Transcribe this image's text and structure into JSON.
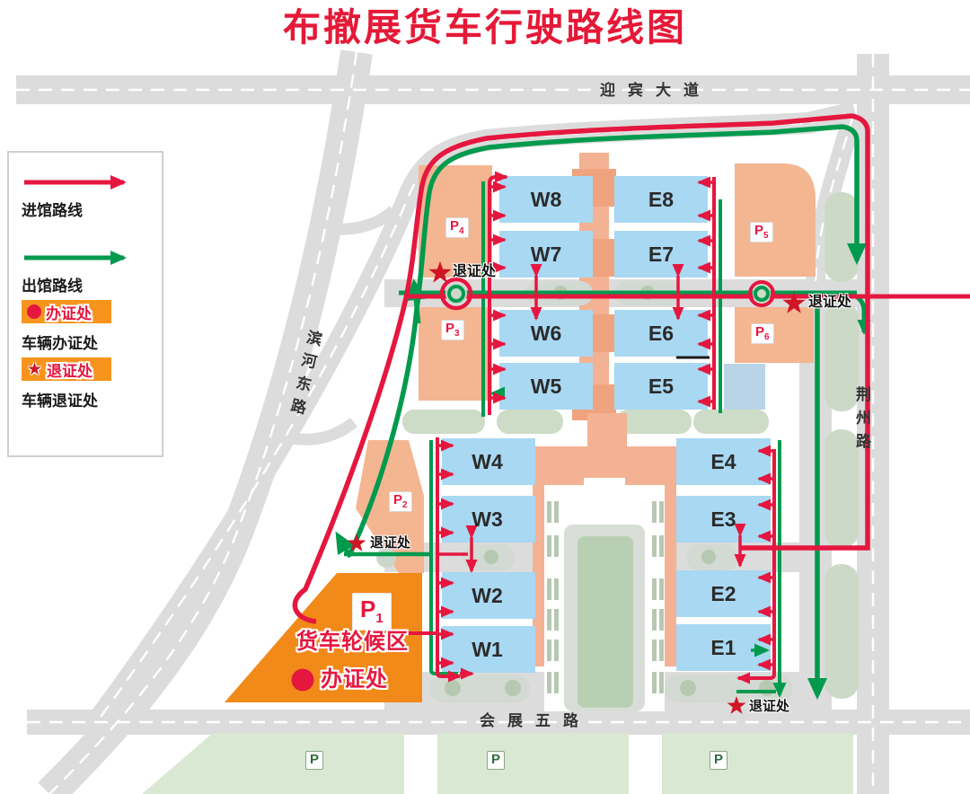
{
  "title": "布撤展货车行驶路线图",
  "legend": {
    "enter": "进馆路线",
    "exit": "出馆路线",
    "permit_badge": "办证处",
    "permit_caption": "车辆办证处",
    "return_badge": "退证处",
    "return_caption": "车辆退证处"
  },
  "roads": {
    "north": "迎宾大道",
    "west": "滨河东路",
    "east": "荆州路",
    "south": "会展五路"
  },
  "halls": {
    "west_upper": [
      "W8",
      "W7",
      "W6",
      "W5"
    ],
    "east_upper": [
      "E8",
      "E7",
      "E6",
      "E5"
    ],
    "west_lower": [
      "W4",
      "W3",
      "W2",
      "W1"
    ],
    "east_lower": [
      "E4",
      "E3",
      "E2",
      "E1"
    ]
  },
  "parking": {
    "p1": {
      "letter": "P",
      "sub": "1"
    },
    "p2": {
      "letter": "P",
      "sub": "2"
    },
    "p3": {
      "letter": "P",
      "sub": "3"
    },
    "p4": {
      "letter": "P",
      "sub": "4"
    },
    "p5": {
      "letter": "P",
      "sub": "5"
    },
    "p6": {
      "letter": "P",
      "sub": "6"
    },
    "south_lots": [
      "P",
      "P",
      "P"
    ]
  },
  "markers": {
    "return_station": "退证处",
    "waiting_area": "货车轮候区",
    "permit_office": "办证处"
  },
  "colors": {
    "route_enter": "#e5173f",
    "route_exit": "#009a4e",
    "hall_fill": "#a9d8f2",
    "parking_fill": "#f4b591",
    "waiting_area_fill": "#f28a19",
    "road_fill": "#dcdcdc",
    "green_fill": "#ccdcc6",
    "badge_orange": "#f7941d",
    "title_red": "#e51937"
  }
}
